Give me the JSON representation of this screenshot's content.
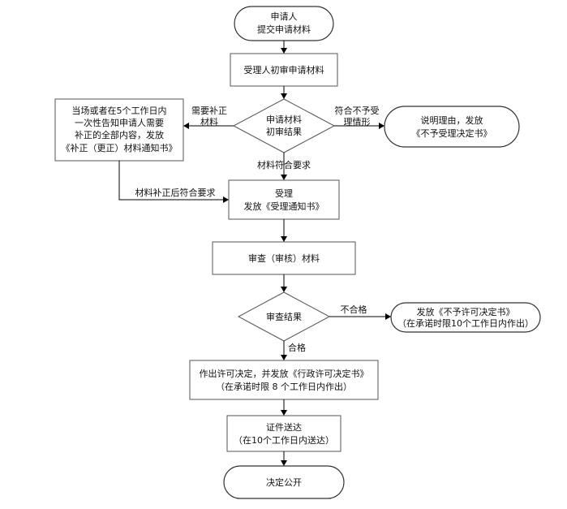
{
  "nodes": {
    "start": [
      "申请人",
      "提交申请材料"
    ],
    "initial_review": "受理人初审申请材料",
    "decision_initial": [
      "申请材料",
      "初审结果"
    ],
    "supplement": [
      "当场或者在5个工作日内",
      "一次性告知申请人需要",
      "补正的全部内容，发放",
      "《补正（更正）材料通知书》"
    ],
    "reject": [
      "说明理由，发放",
      "《不予受理决定书》"
    ],
    "accept": [
      "受理",
      "发放《受理通知书》"
    ],
    "examine": "审查（审核）材料",
    "decision_exam": "审查结果",
    "deny_permit": [
      "发放《不予许可决定书》",
      "（在承诺时限10个工作日内作出）"
    ],
    "grant_permit": [
      "作出许可决定，并发放《行政许可决定书》",
      "（在承诺时限 8 个工作日内作出）"
    ],
    "deliver": [
      "证件送达",
      "（在10个工作日内送达）"
    ],
    "publish": "决定公开"
  },
  "edges": {
    "need_supplement": [
      "需要补正",
      "材料"
    ],
    "not_acceptable": [
      "符合不予受",
      "理情形"
    ],
    "meets_requirements": "材料符合要求",
    "after_supplement": "材料补正后符合要求",
    "fail": "不合格",
    "pass": "合格"
  }
}
